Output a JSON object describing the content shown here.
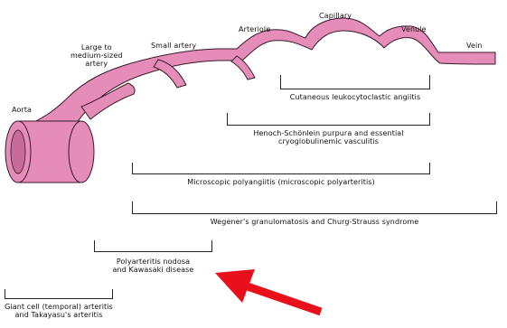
{
  "colors": {
    "vessel_fill": "#e58cb9",
    "vessel_stroke": "#3a1a2a",
    "bracket": "#222222",
    "arrow": "#e8111b"
  },
  "vessel_labels": {
    "aorta": "Aorta",
    "large_artery": [
      "Large to",
      "medium-sized",
      "artery"
    ],
    "small_artery": "Small artery",
    "arteriole": "Arteriole",
    "capillary": "Capillary",
    "venule": "Venule",
    "vein": "Vein"
  },
  "diseases": {
    "cutaneous": "Cutaneous leukocytoclastic angiitis",
    "henoch": [
      "Henoch-Schönlein purpura and essential",
      "cryoglobulinemic vasculitis"
    ],
    "microscopic": "Microscopic polyangiitis (microscopic polyarteritis)",
    "wegener": "Wegener's granulomatosis and Churg-Strauss syndrome",
    "polyarteritis": [
      "Polyarteritis nodosa",
      "and Kawasaki disease"
    ],
    "giant_cell": [
      "Giant cell (temporal) arteritis",
      "and Takayasu's arteritis"
    ]
  },
  "annotation": {
    "arrow_icon": "red-arrow-icon"
  }
}
